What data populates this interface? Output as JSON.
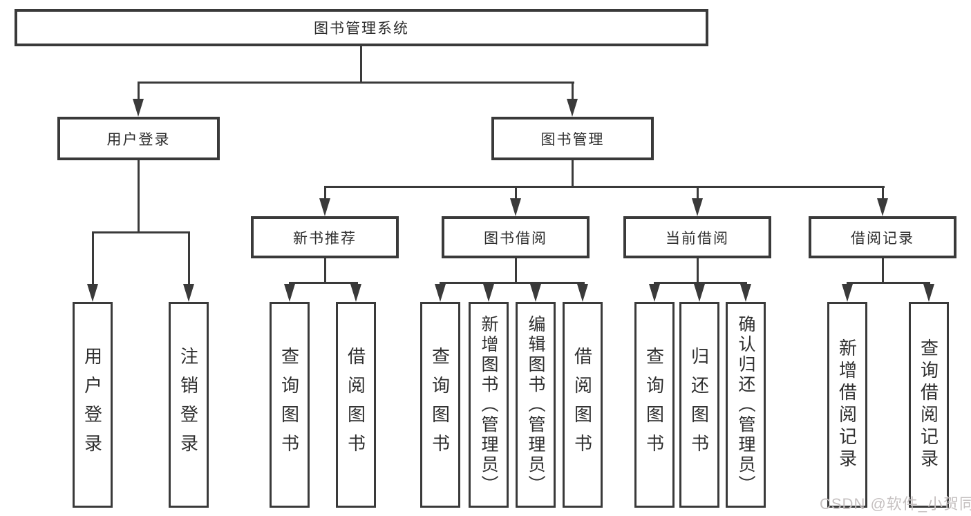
{
  "tree": {
    "root": "图书管理系统",
    "branches": [
      {
        "label": "用户登录",
        "children": [
          "用户登录",
          "注销登录"
        ]
      },
      {
        "label": "图书管理",
        "sections": [
          {
            "label": "新书推荐",
            "children": [
              "查询图书",
              "借阅图书"
            ]
          },
          {
            "label": "图书借阅",
            "children": [
              "查询图书",
              "新增图书（管理员）",
              "编辑图书（管理员）",
              "借阅图书"
            ]
          },
          {
            "label": "当前借阅",
            "children": [
              "查询图书",
              "归还图书",
              "确认归还（管理员）"
            ]
          },
          {
            "label": "借阅记录",
            "children": [
              "新增借阅记录",
              "查询借阅记录"
            ]
          }
        ]
      }
    ]
  },
  "watermark": "CSDN @软件_小贺同学",
  "colors": {
    "line": "#3a3a3a",
    "box_border": "#3a3a3a",
    "text": "#2f2f2f",
    "watermark": "#c5c0c0",
    "background": "#ffffff"
  }
}
